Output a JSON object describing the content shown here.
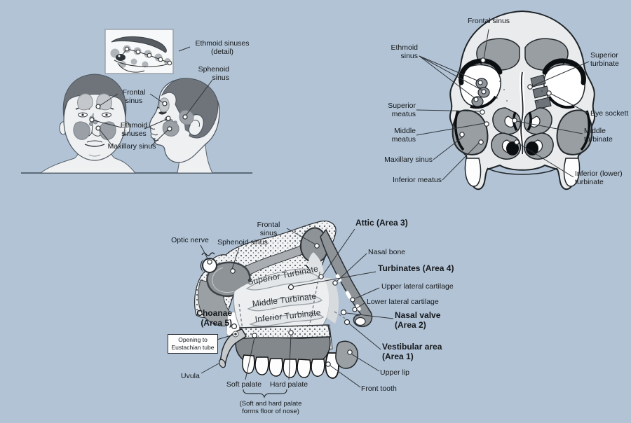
{
  "background_color": "#b2c3d5",
  "colors": {
    "figure_light": "#e9ebed",
    "sinus_gray": "#989ea2",
    "hair_gray": "#6f747a",
    "outline": "#23282c",
    "label_text": "#14181b"
  },
  "head_views": {
    "name": "Front and side head views showing sinus locations",
    "labels": {
      "ethmoid_detail": "Ethmoid sinuses\n(detail)",
      "sphenoid_sinus": "Sphenoid\nsinus",
      "frontal_sinus": "Frontal sinus",
      "ethmoid_sinuses": "Ethmoid\nsinuses",
      "maxillary_sinus": "Maxillary sinus"
    }
  },
  "skull_section": {
    "name": "Coronal section through skull showing sinuses, meatuses and turbinates",
    "labels": {
      "frontal_sinus": "Frontal sinus",
      "ethmoid_sinus": "Ethmoid\nsinus",
      "superior_turbinate": "Superior\nturbinate",
      "eye_socket": "Eye sockett",
      "superior_meatus": "Superior\nmeatus",
      "middle_meatus": "Middle\nmeatus",
      "maxillary_sinus": "Maxillary sinus",
      "inferior_meatus": "Inferior meatus",
      "middle_turbinate": "Middle\nturbinate",
      "inferior_turbinate": "Inferior (lower)\nturbinate"
    }
  },
  "sagittal_section": {
    "name": "Sagittal section of the nasal cavity with numbered areas",
    "labels": {
      "frontal_sinus": "Frontal sinus",
      "optic_nerve": "Optic nerve",
      "sphenoid_sinus": "Sphenoid sinus",
      "attic": "Attic (Area 3)",
      "nasal_bone": "Nasal bone",
      "turbinates": "Turbinates (Area 4)",
      "upper_lateral_cartilage": "Upper lateral cartilage",
      "lower_lateral_cartilage": "Lower lateral cartilage",
      "nasal_valve": "Nasal valve\n(Area 2)",
      "vestibular_area": "Vestibular area\n(Area 1)",
      "choanae": "Choanae\n(Area 5)",
      "eustachian_tube": "Opening to\nEustachian tube",
      "uvula": "Uvula",
      "soft_palate": "Soft palate",
      "hard_palate": "Hard palate",
      "palate_note": "(Soft and hard palate\nforms floor of nose)",
      "upper_lip": "Upper lip",
      "front_tooth": "Front tooth",
      "superior_turbinate": "Superior Turbinate",
      "middle_turbinate": "Middle Turbinate",
      "inferior_turbinate": "Inferior Turbinate"
    }
  }
}
